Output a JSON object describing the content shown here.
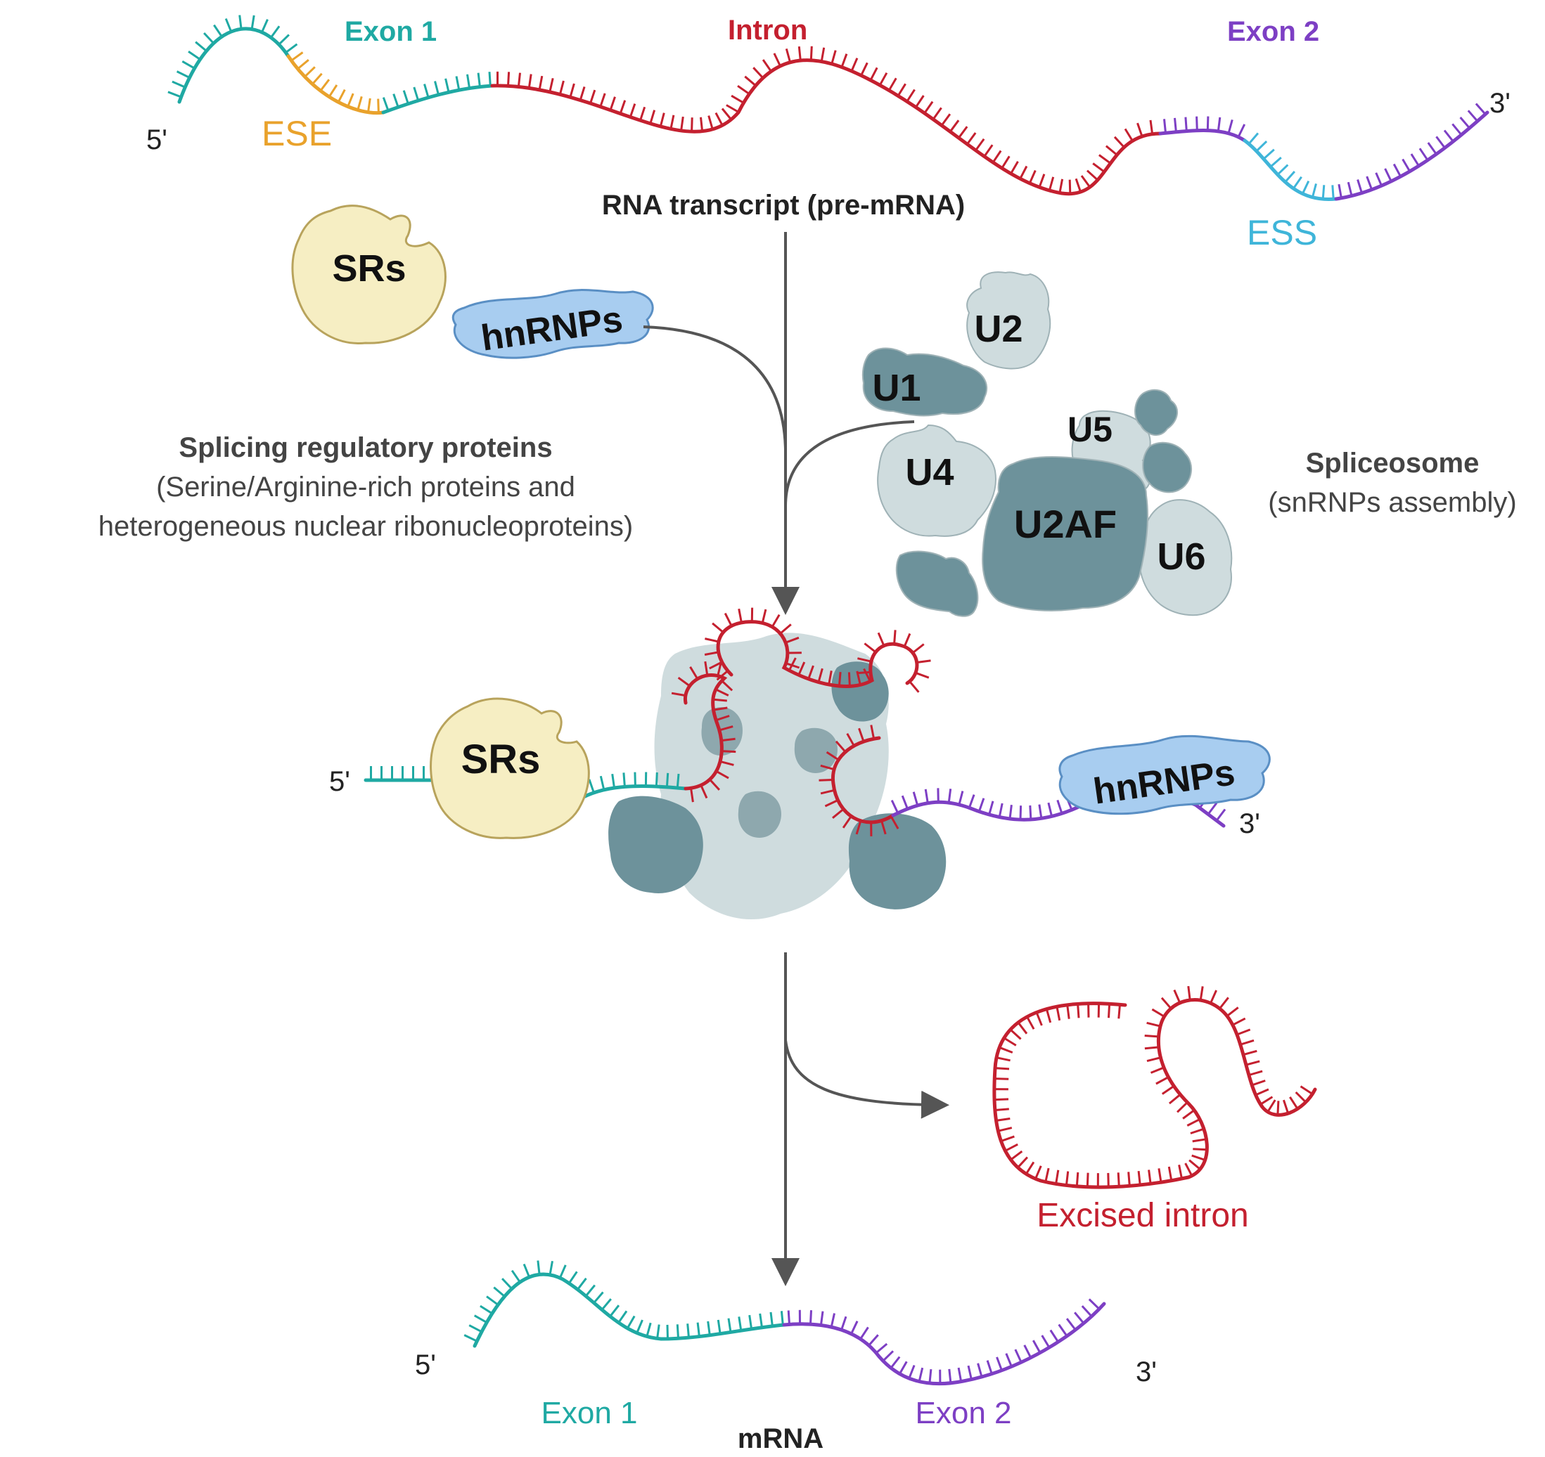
{
  "labels": {
    "exon1_top": "Exon 1",
    "intron_top": "Intron",
    "exon2_top": "Exon 2",
    "five_prime_top": "5'",
    "three_prime_top": "3'",
    "ese": "ESE",
    "ess": "ESS",
    "rna_transcript": "RNA transcript (pre-mRNA)",
    "srs_top": "SRs",
    "hnrnps_top": "hnRNPs",
    "reg_title": "Splicing regulatory proteins",
    "reg_line1": "(Serine/Arginine-rich proteins and",
    "reg_line2": "heterogeneous nuclear ribonucleoproteins)",
    "u1": "U1",
    "u2": "U2",
    "u4": "U4",
    "u5": "U5",
    "u6": "U6",
    "u2af": "U2AF",
    "spliceosome_title": "Spliceosome",
    "spliceosome_sub": "(snRNPs assembly)",
    "five_prime_mid": "5'",
    "three_prime_mid": "3'",
    "srs_mid": "SRs",
    "hnrnps_mid": "hnRNPs",
    "excised_intron": "Excised intron",
    "five_prime_bottom": "5'",
    "three_prime_bottom": "3'",
    "exon1_bottom": "Exon 1",
    "exon2_bottom": "Exon 2",
    "mrna": "mRNA"
  },
  "colors": {
    "exon1": "#1fa9a3",
    "intron": "#c4202f",
    "exon2": "#7d3fc4",
    "ese": "#e9a22c",
    "ess": "#3fb5d9",
    "srs_fill": "#f6eec3",
    "srs_stroke": "#b8a35c",
    "hnrnps_fill": "#a8cdf0",
    "hnrnps_stroke": "#5a8fc4",
    "snrnp_dark": "#6d929b",
    "snrnp_light": "#cfdcde",
    "arrow": "#555555"
  }
}
